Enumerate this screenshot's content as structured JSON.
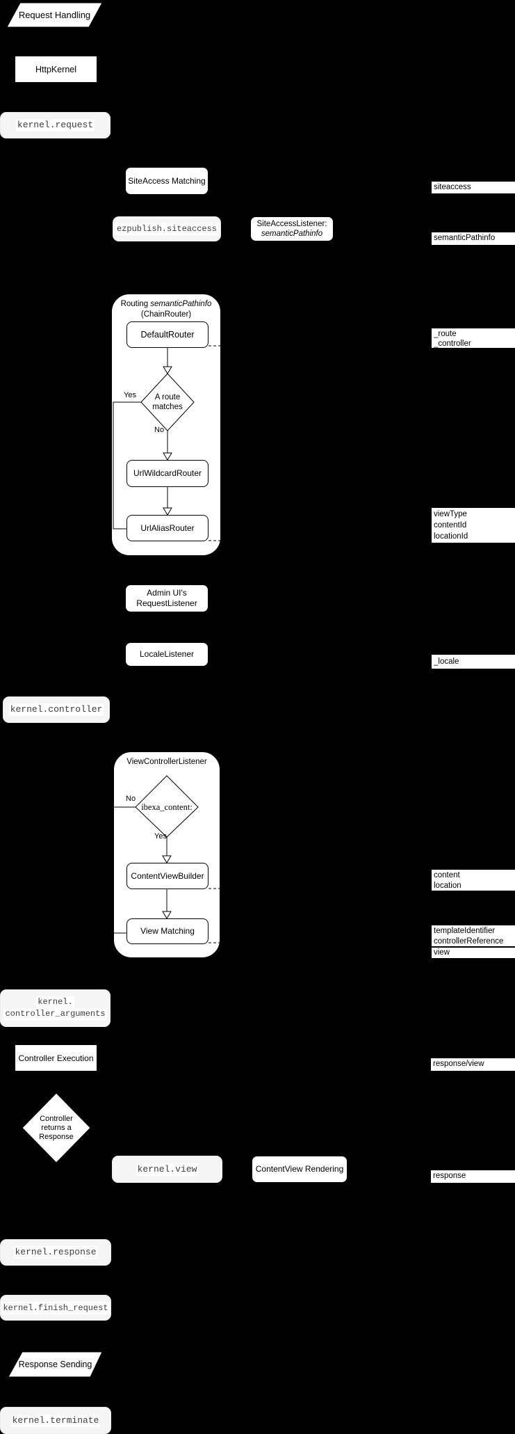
{
  "flow": {
    "request_handling": "Request Handling",
    "http_kernel": "HttpKernel",
    "kernel_request": "kernel.request",
    "siteaccess_matching": "SiteAccess Matching",
    "ezpublish_siteaccess": "ezpublish.siteaccess",
    "siteaccess_listener": {
      "line1": "SiteAccessListener:",
      "line2": "semanticPathinfo"
    },
    "routing": {
      "title_normal": "Routing",
      "title_italic": "semanticPathinfo",
      "title_line2": "(ChainRouter)",
      "default_router": "DefaultRouter",
      "decision": {
        "line1": "A route",
        "line2": "matches",
        "yes": "Yes",
        "no": "No"
      },
      "url_wildcard_router": "UrlWildcardRouter",
      "url_alias_router": "UrlAliasRouter"
    },
    "admin_ui_listener": {
      "line1": "Admin UI's",
      "line2": "RequestListener"
    },
    "locale_listener": "LocaleListener",
    "kernel_controller": "kernel.controller",
    "view_controller_listener": {
      "title": "ViewControllerListener",
      "decision": {
        "label": "ibexa_content:",
        "yes": "Yes",
        "no": "No"
      },
      "content_view_builder": "ContentViewBuilder",
      "view_matching": "View Matching"
    },
    "kernel_controller_arguments": {
      "line1": "kernel.",
      "line2": "controller_arguments"
    },
    "controller_execution": "Controller Execution",
    "controller_returns": {
      "line1": "Controller",
      "line2": "returns a",
      "line3": "Response"
    },
    "kernel_view": "kernel.view",
    "content_view_rendering": "ContentView Rendering",
    "kernel_response": "kernel.response",
    "kernel_finish_request": "kernel.finish_request",
    "response_sending": "Response Sending",
    "kernel_terminate": "kernel.terminate"
  },
  "side_labels": {
    "siteaccess": "siteaccess",
    "semantic_pathinfo": "semanticPathinfo",
    "route_controller": [
      "_route",
      "_controller"
    ],
    "view_params": [
      "viewType",
      "contentId",
      "locationId"
    ],
    "locale": "_locale",
    "content_location": [
      "content",
      "location"
    ],
    "template_refs": [
      "templateIdentifier",
      "controllerReference"
    ],
    "view": "view",
    "response_view": "response/view",
    "response": "response"
  },
  "colors": {
    "background": "#000000",
    "node_fill": "#ffffff",
    "event_fill": "#f5f5f5",
    "line": "#000000"
  }
}
